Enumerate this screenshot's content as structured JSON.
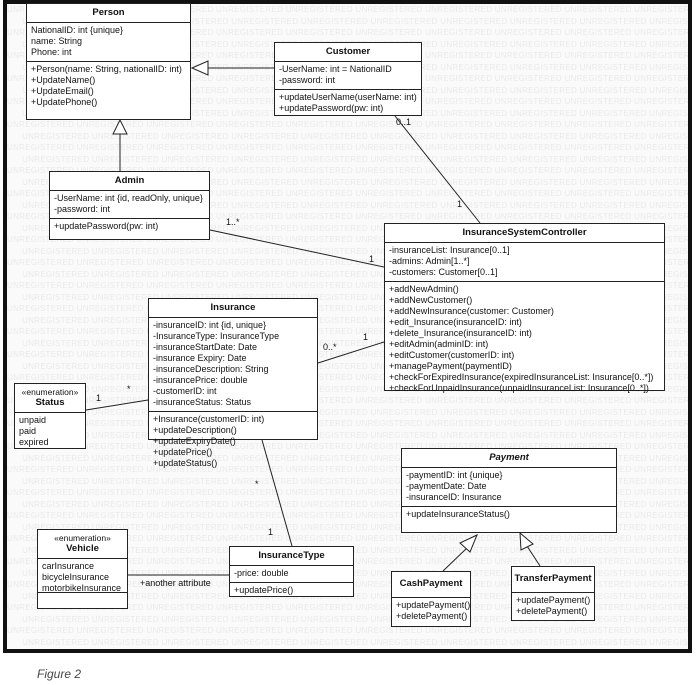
{
  "classes": {
    "person": {
      "name": "Person",
      "attributes": [
        "NationalID: int {unique}",
        "name: String",
        "Phone: int"
      ],
      "operations": [
        "+Person(name: String, nationalID: int)",
        "+UpdateName()",
        "+UpdateEmail()",
        "+UpdatePhone()"
      ]
    },
    "customer": {
      "name": "Customer",
      "attributes": [
        "-UserName: int = NationalID",
        "-password: int"
      ],
      "operations": [
        "+updateUserName(userName: int)",
        "+updatePassword(pw: int)"
      ]
    },
    "admin": {
      "name": "Admin",
      "attributes": [
        "-UserName: int {id, readOnly, unique}",
        "-password: int"
      ],
      "operations": [
        "+updatePassword(pw: int)"
      ]
    },
    "controller": {
      "name": "InsuranceSystemController",
      "attributes": [
        "-insuranceList: Insurance[0..1]",
        "-admins: Admin[1..*]",
        "-customers: Customer[0..1]"
      ],
      "operations": [
        "+addNewAdmin()",
        "+addNewCustomer()",
        "+addNewInsurance(customer: Customer)",
        "+edit_Insurance(insuranceID: int)",
        "+delete_Insurance(insuranceID: int)",
        "+editAdmin(adminID: int)",
        "+editCustomer(customerID: int)",
        "+managePayment(paymentID)",
        "+checkForExpiredInsurance(expiredInsuranceList: Insurance[0..*])",
        "+checkForUnpaidInsurance(unpaidInsuranceList: Insurance[0..*])"
      ]
    },
    "insurance": {
      "name": "Insurance",
      "attributes": [
        "-insuranceID: int {id, unique}",
        "-InsuranceType: InsuranceType",
        "-insuranceStartDate: Date",
        "-insurance Expiry: Date",
        "-insuranceDescription: String",
        "-insurancePrice: double",
        "-customerID: int",
        "-insuranceStatus: Status"
      ],
      "operations": [
        "+Insurance(customerID: int)",
        "+updateDescription()",
        "+updateExpiryDate()",
        "+updatePrice()",
        "+updateStatus()"
      ]
    },
    "status": {
      "stereotype": "«enumeration»",
      "name": "Status",
      "literals": [
        "unpaid",
        "paid",
        "expired"
      ]
    },
    "payment": {
      "name": "Payment",
      "attributes": [
        "-paymentID: int {unique}",
        "-paymentDate: Date",
        "-insuranceID: Insurance"
      ],
      "operations": [
        "+updateInsuranceStatus()"
      ]
    },
    "vehicle": {
      "stereotype": "«enumeration»",
      "name": "Vehicle",
      "literals": [
        "carInsurance",
        "bicycleInsurance",
        "motorbikeInsurance"
      ]
    },
    "insurance_type": {
      "name": "InsuranceType",
      "attributes": [
        "-price: double"
      ],
      "operations": [
        "+updatePrice()"
      ]
    },
    "cash_payment": {
      "name": "CashPayment",
      "operations": [
        "+updatePayment()",
        "+deletePayment()"
      ]
    },
    "transfer_payment": {
      "name": "TransferPayment",
      "operations": [
        "+updatePayment()",
        "+deletePayment()"
      ]
    }
  },
  "multiplicities": {
    "customer_controller_customer_end": "0..1",
    "customer_controller_controller_end": "1",
    "admin_controller_admin_end": "1..*",
    "admin_controller_controller_end": "1",
    "insurance_controller_insurance_end": "0..*",
    "insurance_controller_controller_end": "1",
    "status_insurance_status_end": "1",
    "status_insurance_insurance_end": "*",
    "insurance_type_insurance_end": "*",
    "insurance_type_type_end": "1"
  },
  "labels": {
    "vehicle_link": "+another attribute",
    "figure_caption": "Figure 2",
    "watermark_word": "UNREGISTERED"
  }
}
